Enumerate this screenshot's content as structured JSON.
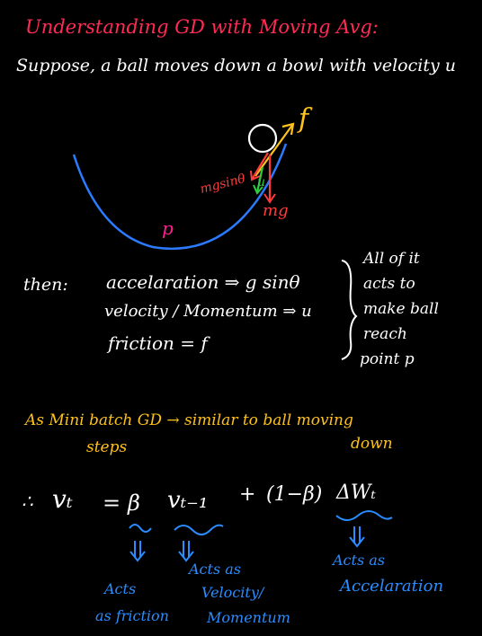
{
  "colors": {
    "background": "#000000",
    "title": "#ff2a55",
    "text": "#ffffff",
    "bowl": "#2a7bff",
    "yellow": "#ffc21a",
    "red": "#ff3b3b",
    "green": "#2ecc40",
    "magenta": "#ff1f8f",
    "annotation_blue": "#2a8cff"
  },
  "title": "Understanding GD with Moving Avg:",
  "intro": "Suppose, a ball moves down a bowl with velocity u",
  "diagram": {
    "force_label": "f",
    "mgsin_label": "mgsinθ",
    "mg_label": "mg",
    "u_label": "u",
    "bottom_label": "p"
  },
  "then_block": {
    "then_label": "then:",
    "lines": [
      "accelaration ⇒ g sinθ",
      "velocity / Momentum ⇒ u",
      "friction = f"
    ],
    "brace_note": [
      "All of it",
      "acts to",
      "make ball",
      "reach",
      "point p"
    ]
  },
  "analogy": {
    "line1": "As Mini batch GD → similar to ball moving",
    "steps": "steps",
    "down": "down"
  },
  "equation": {
    "therefore": "∴",
    "lhs": "vₜ",
    "equals": "=",
    "beta": "β",
    "v_prev": "vₜ₋₁",
    "plus": "+",
    "one_minus_beta": "(1−β)",
    "delta_w": "ΔWₜ"
  },
  "annotations": {
    "beta_note": [
      "Acts",
      "as friction"
    ],
    "v_prev_note": [
      "Acts as",
      "Velocity/",
      "Momentum"
    ],
    "delta_note": [
      "Acts as",
      "Accelaration"
    ]
  }
}
